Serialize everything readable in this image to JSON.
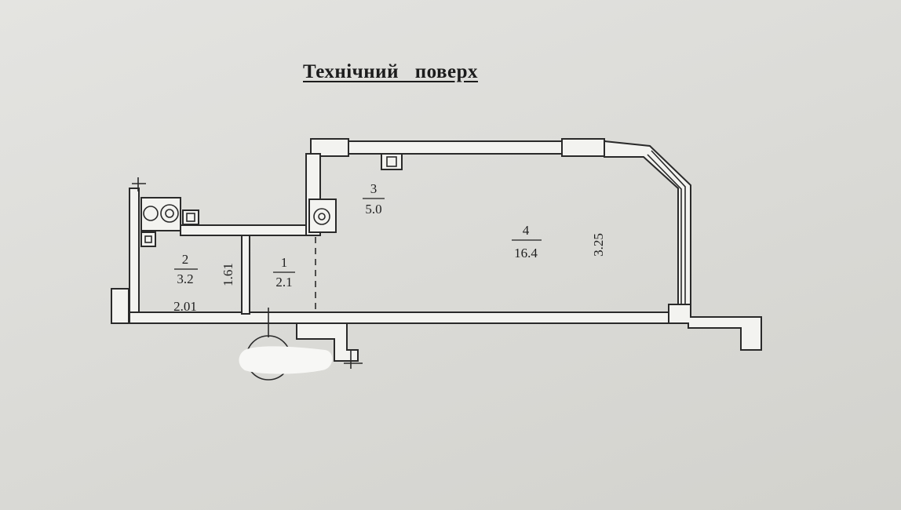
{
  "title": "Технічний поверх",
  "rooms": [
    {
      "number": "1",
      "area": "2.1"
    },
    {
      "number": "2",
      "area": "3.2"
    },
    {
      "number": "3",
      "area": "5.0"
    },
    {
      "number": "4",
      "area": "16.4"
    }
  ],
  "dimensions": {
    "room2_width": "2.01",
    "room2_height": "1.61",
    "room4_height": "3.25"
  },
  "colors": {
    "paper": "#dcdcd8",
    "ink": "#2a2a2a",
    "wall_fill": "#f3f3f0"
  }
}
